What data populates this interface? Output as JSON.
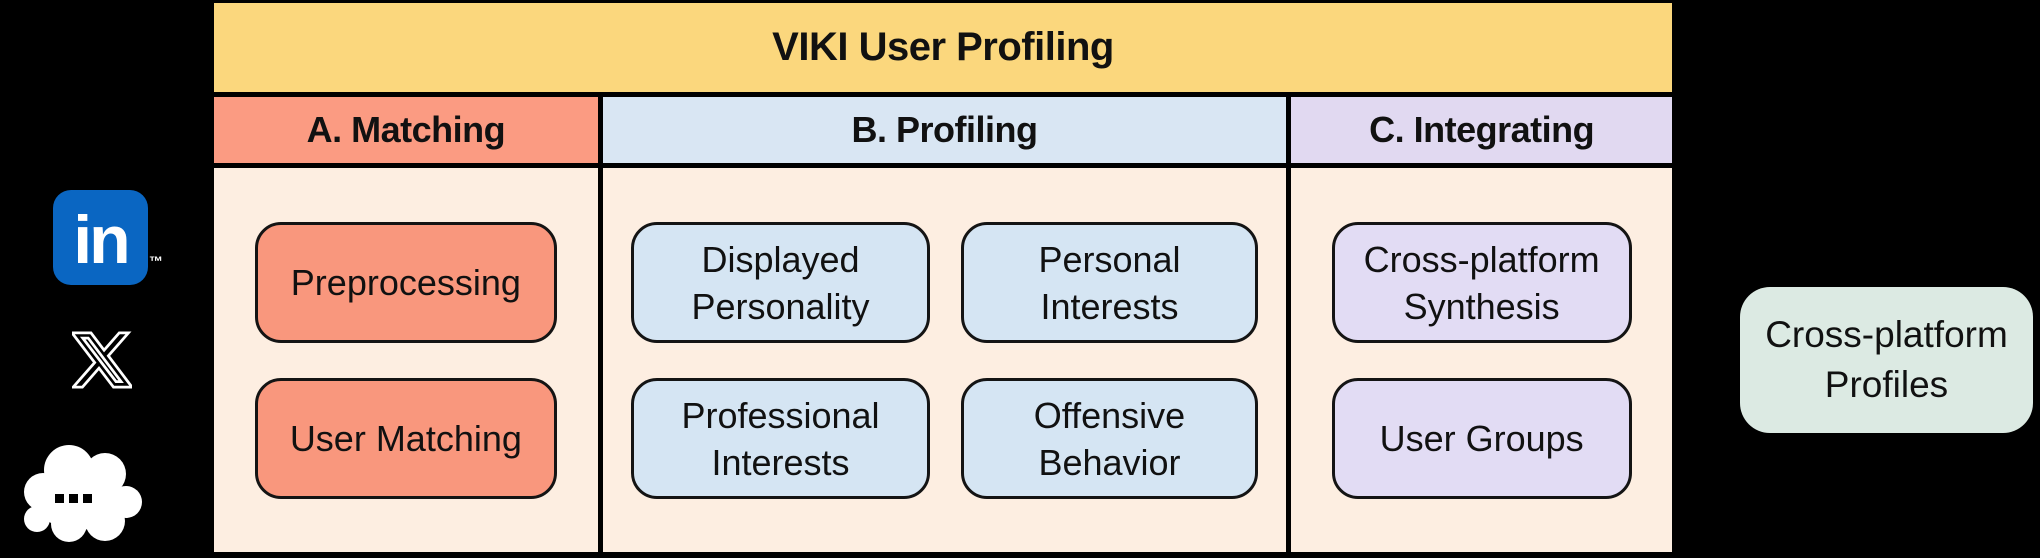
{
  "canvas": {
    "background": "#000000"
  },
  "platforms": {
    "linkedin": {
      "label": "in",
      "tm": "™",
      "color": "#0A66C2",
      "name": "LinkedIn"
    },
    "x": {
      "name": "X"
    },
    "more": {
      "dots": "...",
      "name": "other platforms"
    }
  },
  "table": {
    "title": "VIKI User Profiling",
    "title_bg": "#FBD77D",
    "body_bg": "#FDEEE1",
    "border_color": "#000000",
    "columns": [
      {
        "key": "A",
        "label": "A. Matching",
        "header_bg": "#FB9B82",
        "box_bg": "#F9977D",
        "boxes": [
          "Preprocessing",
          "User Matching"
        ]
      },
      {
        "key": "B",
        "label": "B. Profiling",
        "header_bg": "#D9E6F3",
        "box_bg": "#D5E5F3",
        "boxes": [
          "Displayed Personality",
          "Personal Interests",
          "Professional Interests",
          "Offensive Behavior"
        ]
      },
      {
        "key": "C",
        "label": "C. Integrating",
        "header_bg": "#E1D9F1",
        "box_bg": "#E2DCF4",
        "boxes": [
          "Cross-platform Synthesis",
          "User Groups"
        ]
      }
    ]
  },
  "output": {
    "label": "Cross-platform Profiles",
    "bg": "#DCEAE3"
  }
}
